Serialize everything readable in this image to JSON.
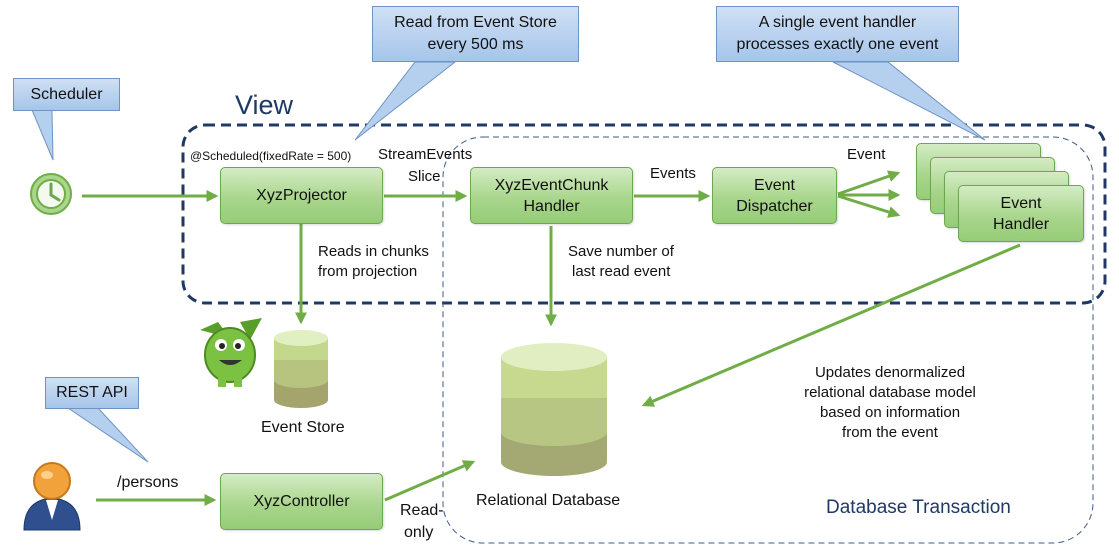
{
  "diagram": {
    "view_title": "View",
    "transaction_title": "Database Transaction",
    "callouts": {
      "scheduler": "Scheduler",
      "read_from_store": "Read from Event Store\nevery 500 ms",
      "single_handler": "A single event handler\nprocesses exactly one event",
      "rest_api": "REST API"
    },
    "boxes": {
      "projector": "XyzProjector",
      "chunk_handler": "XyzEventChunk\nHandler",
      "dispatcher": "Event\nDispatcher",
      "event_handler": "Event\nHandler",
      "controller": "XyzController"
    },
    "labels": {
      "scheduled": "@Scheduled(fixedRate = 500)",
      "stream_events_1": "StreamEvents",
      "stream_events_2": "Slice",
      "events": "Events",
      "event": "Event",
      "reads_chunks_1": "Reads in chunks",
      "reads_chunks_2": "from projection",
      "save_number_1": "Save number of",
      "save_number_2": "last read event",
      "event_store": "Event Store",
      "relational_db": "Relational Database",
      "updates_1": "Updates denormalized",
      "updates_2": "relational database model",
      "updates_3": "based on information",
      "updates_4": "from the event",
      "persons": "/persons",
      "read_only_1": "Read-",
      "read_only_2": "only"
    }
  }
}
